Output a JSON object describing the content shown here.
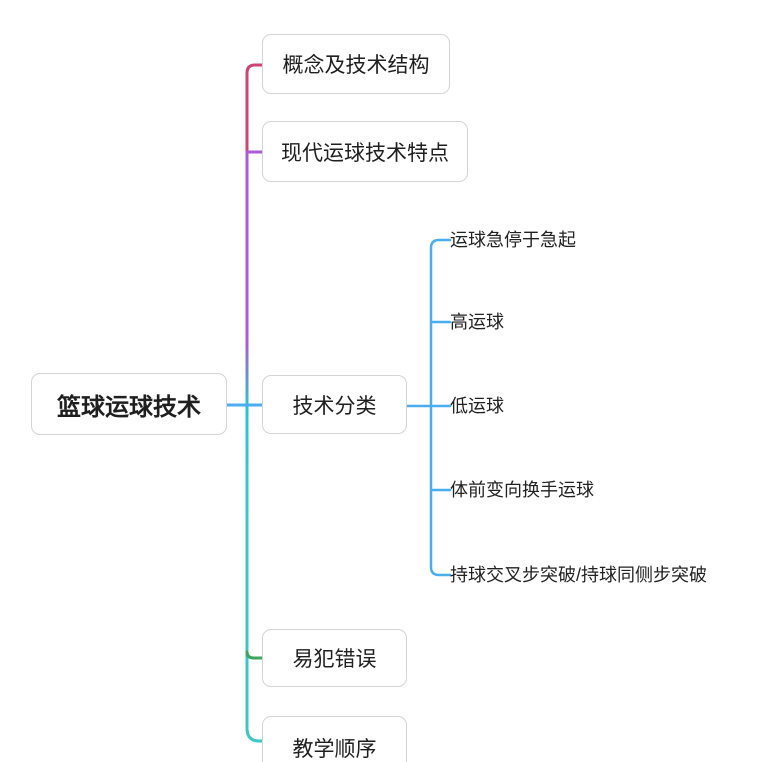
{
  "root": {
    "label": "篮球运球技术"
  },
  "branches": [
    {
      "label": "概念及技术结构"
    },
    {
      "label": "现代运球技术特点"
    },
    {
      "label": "技术分类",
      "children": [
        {
          "label": "运球急停于急起"
        },
        {
          "label": "高运球"
        },
        {
          "label": "低运球"
        },
        {
          "label": "体前变向换手运球"
        },
        {
          "label": "持球交叉步突破/持球同侧步突破"
        }
      ]
    },
    {
      "label": "易犯错误"
    },
    {
      "label": "教学顺序"
    }
  ],
  "colors": {
    "branch_concept": "#cf4473",
    "branch_modern": "#ab5bd6",
    "branch_classify": "#49adf0",
    "branch_errors": "#3ea55e",
    "branch_teaching": "#3cc7c5",
    "trunk_cyan": "#2cc2d4"
  }
}
